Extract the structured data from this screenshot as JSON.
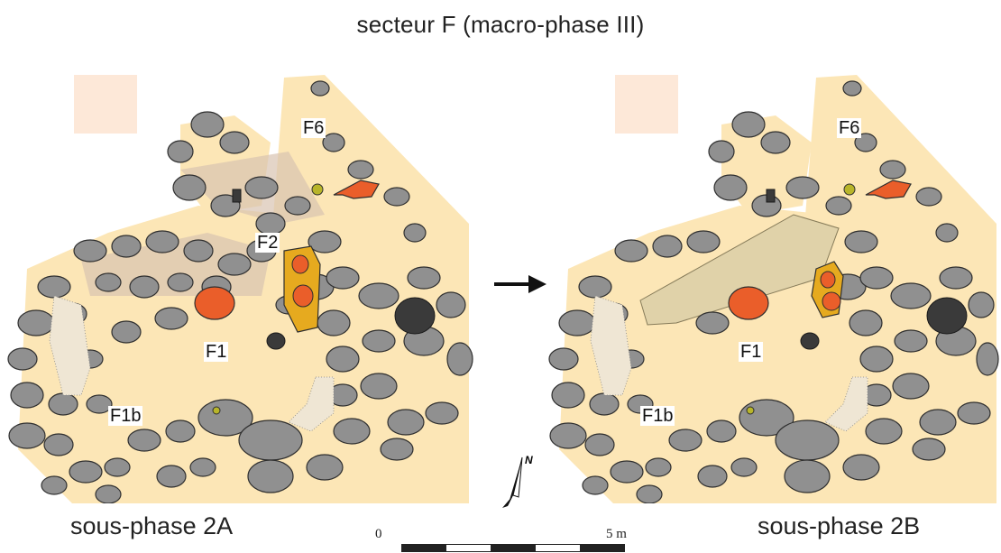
{
  "title": "secteur  F (macro-phase III)",
  "panels": [
    {
      "phase_label": "sous-phase 2A",
      "zones": [
        "F6",
        "F2",
        "F1",
        "F1b"
      ]
    },
    {
      "phase_label": "sous-phase 2B",
      "zones": [
        "F6",
        "F1",
        "F1b"
      ]
    }
  ],
  "scale": {
    "start": "0",
    "end": "5 m"
  },
  "north_letter": "N",
  "colors": {
    "floor": "#fce6b6",
    "stone": "#909090",
    "stone_outline": "#2f2f2f",
    "hearth": "#ea5e2a",
    "yellow_zone": "#e6aa1f",
    "beige_fill": "#d9c3b0",
    "pit": "#3a3a3a",
    "gravel": "#efe6d4"
  },
  "icons": [
    "transition-arrow-icon",
    "north-arrow-icon"
  ]
}
